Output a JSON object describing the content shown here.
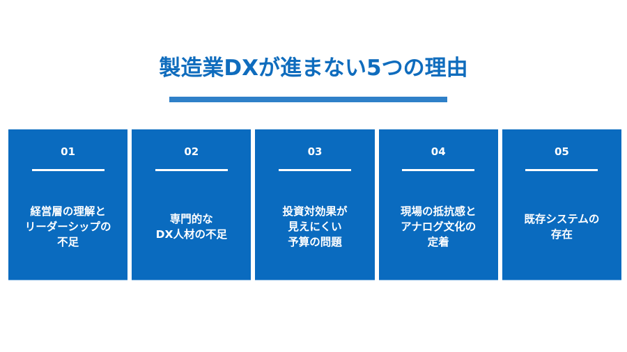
{
  "slide": {
    "title": "製造業DXが進まない5つの理由",
    "colors": {
      "title": "#0f6cbd",
      "title_rule": "#2f80c8",
      "card_background": "#0a6bbf",
      "card_text": "#ffffff"
    }
  },
  "cards": [
    {
      "number": "01",
      "text": "経営層の理解と\nリーダーシップの\n不足"
    },
    {
      "number": "02",
      "text": "専門的な\nDX人材の不足"
    },
    {
      "number": "03",
      "text": "投資対効果が\n見えにくい\n予算の問題"
    },
    {
      "number": "04",
      "text": "現場の抵抗感と\nアナログ文化の\n定着"
    },
    {
      "number": "05",
      "text": "既存システムの\n存在"
    }
  ]
}
